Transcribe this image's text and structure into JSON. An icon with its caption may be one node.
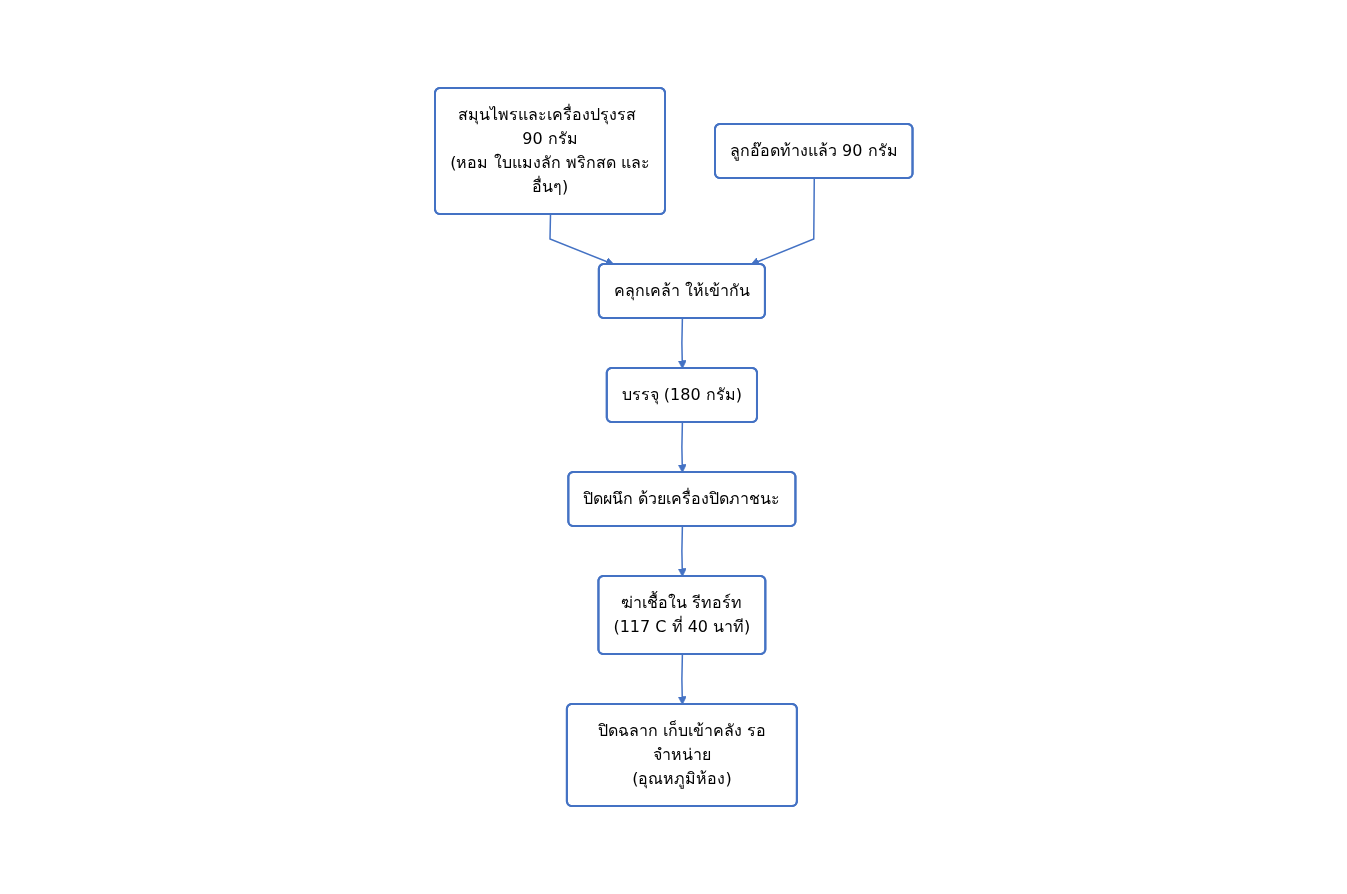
{
  "diagram": {
    "nodes": [
      {
        "text": [
          "สมุนไพรและเครื่องปรุงรส 90 กรัม",
          "(หอม ใบแมงลัก พริกสด และอื่นๆ)"
        ]
      },
      {
        "text": [
          "ลูกอ๊อดท้างแล้ว 90 กรัม"
        ]
      },
      {
        "text": [
          "คลุกเคล้า ให้เข้ากัน"
        ]
      },
      {
        "text": [
          "บรรจุ (180 กรัม)"
        ]
      },
      {
        "text": [
          "ปิดผนึก ด้วยเครื่องปิดภาชนะ"
        ]
      },
      {
        "text": [
          "ฆ่าเชื้อใน รีทอร์ท",
          "(117 C ที่ 40 นาที)"
        ]
      },
      {
        "text": [
          "ปิดฉลาก เก็บเข้าคลัง รอจำหน่าย",
          "(อุณหภูมิห้อง)"
        ]
      }
    ],
    "edges": [
      {
        "from": 0,
        "to": 2,
        "arrow": "to"
      },
      {
        "from": 1,
        "to": 2,
        "arrow": "to"
      },
      {
        "from": 2,
        "to": 3,
        "arrow": "to"
      },
      {
        "from": 3,
        "to": 4,
        "arrow": "to"
      },
      {
        "from": 4,
        "to": 5,
        "arrow": "to"
      },
      {
        "from": 5,
        "to": 6,
        "arrow": "to"
      }
    ]
  }
}
